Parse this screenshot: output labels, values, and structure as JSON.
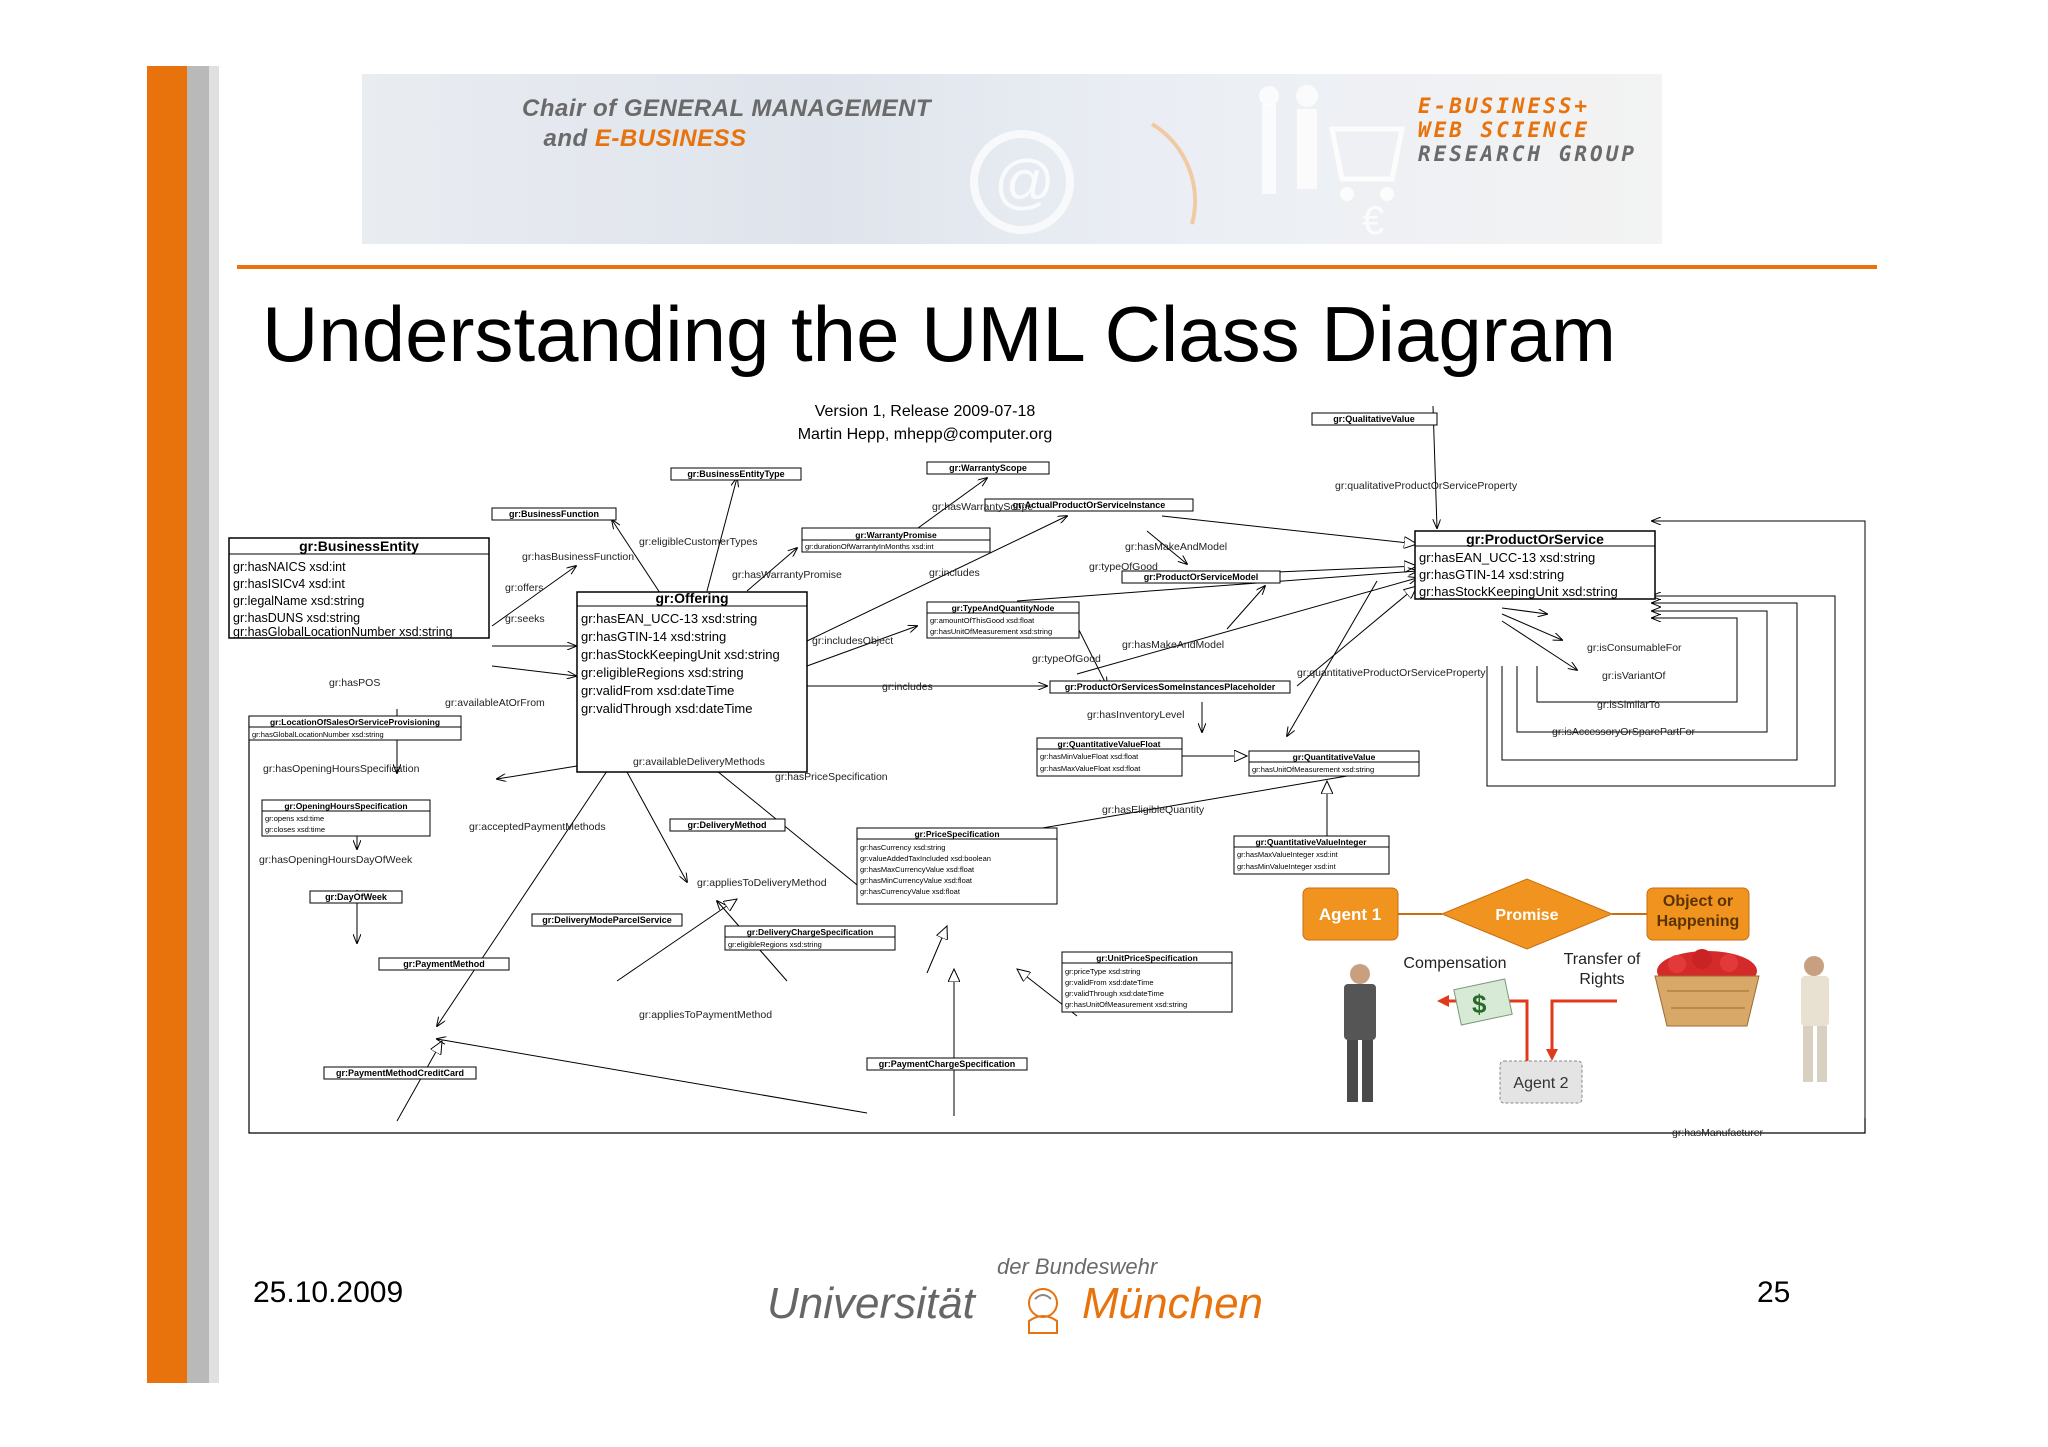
{
  "header": {
    "chair_prefix": "Chair of",
    "chair_main": "GENERAL MANAGEMENT",
    "chair_and": "and",
    "chair_sub": "E-BUSINESS",
    "group_line1": "E-BUSINESS+",
    "group_line2": "WEB SCIENCE",
    "group_line3": "RESEARCH GROUP"
  },
  "slide": {
    "title": "Understanding the UML Class Diagram",
    "date": "25.10.2009",
    "page": "25"
  },
  "footer": {
    "uni_small": "der Bundeswehr",
    "uni_left": "Universität",
    "uni_right": "München"
  },
  "diagram": {
    "version": "Version 1, Release 2009-07-18",
    "author": "Martin Hepp, mhepp@computer.org",
    "classes": {
      "business_entity": {
        "name": "gr:BusinessEntity",
        "attrs": [
          "gr:hasNAICS xsd:int",
          "gr:hasISICv4 xsd:int",
          "gr:legalName xsd:string",
          "gr:hasDUNS xsd:string",
          "gr:hasGlobalLocationNumber xsd:string"
        ]
      },
      "offering": {
        "name": "gr:Offering",
        "attrs": [
          "gr:hasEAN_UCC-13 xsd:string",
          "gr:hasGTIN-14 xsd:string",
          "gr:hasStockKeepingUnit xsd:string",
          "gr:eligibleRegions xsd:string",
          "gr:validFrom xsd:dateTime",
          "gr:validThrough xsd:dateTime"
        ]
      },
      "product_or_service": {
        "name": "gr:ProductOrService",
        "attrs": [
          "gr:hasEAN_UCC-13 xsd:string",
          "gr:hasGTIN-14 xsd:string",
          "gr:hasStockKeepingUnit xsd:string"
        ]
      },
      "business_entity_type": {
        "name": "gr:BusinessEntityType"
      },
      "business_function": {
        "name": "gr:BusinessFunction"
      },
      "warranty_promise": {
        "name": "gr:WarrantyPromise",
        "attrs": [
          "gr:durationOfWarrantyInMonths xsd:int"
        ]
      },
      "warranty_scope": {
        "name": "gr:WarrantyScope"
      },
      "actual_instance": {
        "name": "gr:ActualProductOrServiceInstance"
      },
      "qualitative_value": {
        "name": "gr:QualitativeValue"
      },
      "type_and_quantity": {
        "name": "gr:TypeAndQuantityNode",
        "attrs": [
          "gr:amountOfThisGood xsd:float",
          "gr:hasUnitOfMeasurement xsd:string"
        ]
      },
      "model": {
        "name": "gr:ProductOrServiceModel"
      },
      "placeholder": {
        "name": "gr:ProductOrServicesSomeInstancesPlaceholder"
      },
      "qv_float": {
        "name": "gr:QuantitativeValueFloat",
        "attrs": [
          "gr:hasMinValueFloat xsd:float",
          "gr:hasMaxValueFloat xsd:float"
        ]
      },
      "quantitative_value": {
        "name": "gr:QuantitativeValue",
        "attrs": [
          "gr:hasUnitOfMeasurement xsd:string"
        ]
      },
      "qv_integer": {
        "name": "gr:QuantitativeValueInteger",
        "attrs": [
          "gr:hasMaxValueInteger xsd:int",
          "gr:hasMinValueInteger xsd:int"
        ]
      },
      "location": {
        "name": "gr:LocationOfSalesOrServiceProvisioning",
        "attrs": [
          "gr:hasGlobalLocationNumber xsd:string"
        ]
      },
      "opening_hours": {
        "name": "gr:OpeningHoursSpecification",
        "attrs": [
          "gr:opens xsd:time",
          "gr:closes xsd:time"
        ]
      },
      "day_of_week": {
        "name": "gr:DayOfWeek"
      },
      "delivery_method": {
        "name": "gr:DeliveryMethod"
      },
      "price_spec": {
        "name": "gr:PriceSpecification",
        "attrs": [
          "gr:hasCurrency xsd:string",
          "gr:valueAddedTaxIncluded xsd:boolean",
          "gr:hasMaxCurrencyValue xsd:float",
          "gr:hasMinCurrencyValue xsd:float",
          "gr:hasCurrencyValue xsd:float"
        ]
      },
      "delivery_mode_parcel": {
        "name": "gr:DeliveryModeParcelService"
      },
      "delivery_charge": {
        "name": "gr:DeliveryChargeSpecification",
        "attrs": [
          "gr:eligibleRegions xsd:string"
        ]
      },
      "unit_price": {
        "name": "gr:UnitPriceSpecification",
        "attrs": [
          "gr:priceType xsd:string",
          "gr:validFrom xsd:dateTime",
          "gr:validThrough xsd:dateTime",
          "gr:hasUnitOfMeasurement xsd:string"
        ]
      },
      "payment_method": {
        "name": "gr:PaymentMethod"
      },
      "payment_credit_card": {
        "name": "gr:PaymentMethodCreditCard"
      },
      "payment_charge": {
        "name": "gr:PaymentChargeSpecification"
      }
    },
    "edge_labels": {
      "eligible_customer_types": "gr:eligibleCustomerTypes",
      "has_business_function": "gr:hasBusinessFunction",
      "has_warranty_promise": "gr:hasWarrantyPromise",
      "has_warranty_scope": "gr:hasWarrantyScope",
      "qualitative_prop": "gr:qualitativeProductOrServiceProperty",
      "offers": "gr:offers",
      "seeks": "gr:seeks",
      "includes1": "gr:includes",
      "has_make_and_model1": "gr:hasMakeAndModel",
      "type_of_good1": "gr:typeOfGood",
      "includes_object": "gr:includesObject",
      "has_make_and_model2": "gr:hasMakeAndModel",
      "type_of_good2": "gr:typeOfGood",
      "includes2": "gr:includes",
      "quantitative_prop": "gr:quantitativeProductOrServiceProperty",
      "has_inventory_level": "gr:hasInventoryLevel",
      "has_pos": "gr:hasPOS",
      "available_at": "gr:availableAtOrFrom",
      "has_opening_hours": "gr:hasOpeningHoursSpecification",
      "has_opening_hours_day": "gr:hasOpeningHoursDayOfWeek",
      "available_delivery": "gr:availableDeliveryMethods",
      "has_price_spec": "gr:hasPriceSpecification",
      "accepted_payment": "gr:acceptedPaymentMethods",
      "has_eligible_quantity": "gr:hasEligibleQuantity",
      "applies_to_delivery": "gr:appliesToDeliveryMethod",
      "applies_to_payment": "gr:appliesToPaymentMethod",
      "is_consumable_for": "gr:isConsumableFor",
      "is_variant_of": "gr:isVariantOf",
      "is_similar_to": "gr:isSimilarTo",
      "is_accessory": "gr:isAccessoryOrSparePartFor",
      "has_manufacturer": "gr:hasManufacturer"
    },
    "promise": {
      "agent1": "Agent 1",
      "promise": "Promise",
      "object": "Object or Happening",
      "compensation": "Compensation",
      "transfer": "Transfer of Rights",
      "agent2": "Agent 2"
    }
  },
  "colors": {
    "accent": "#e8720c",
    "gray": "#6a6a6a"
  }
}
